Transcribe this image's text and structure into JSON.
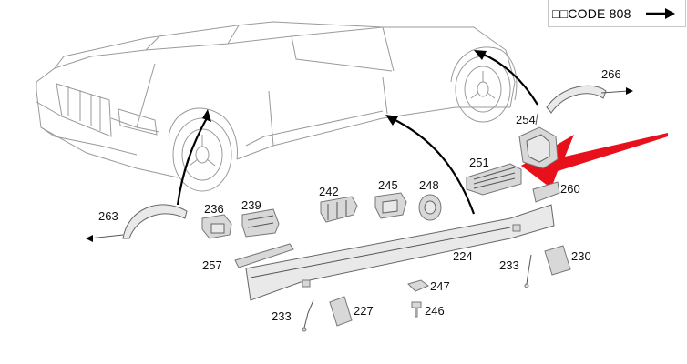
{
  "header": {
    "code_label": "□□CODE 808",
    "code_arrow_icon": "right-arrow-icon"
  },
  "labels": {
    "p224": "224",
    "p227": "227",
    "p230": "230",
    "p233a": "233",
    "p233b": "233",
    "p236": "236",
    "p239": "239",
    "p242": "242",
    "p245": "245",
    "p246": "246",
    "p247": "247",
    "p248": "248",
    "p251": "251",
    "p254": "254",
    "p257": "257",
    "p260": "260",
    "p263": "263",
    "p266": "266"
  },
  "colors": {
    "highlight_arrow": "#e8101a",
    "line": "#555555",
    "part_fill": "#e9e9e9"
  }
}
